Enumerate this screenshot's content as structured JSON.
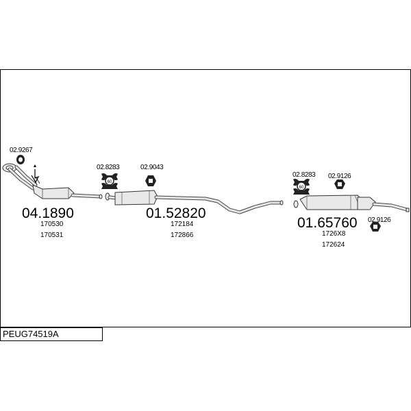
{
  "reference": "PEUG74519A",
  "parts": {
    "front_pipe": {
      "number": "04.1890",
      "refs": [
        "170530",
        "170531"
      ]
    },
    "middle_silencer": {
      "number": "01.52820",
      "refs": [
        "172184",
        "172866"
      ]
    },
    "rear_silencer": {
      "number": "01.65760",
      "refs": [
        "1726X8",
        "172624"
      ]
    }
  },
  "accessories": {
    "a1": "02.9267",
    "a2": "02.8283",
    "a3": "02.9043",
    "a4": "02.8283",
    "a5": "02.9126",
    "a6": "02.9126"
  },
  "clamp_marks": [
    "60",
    "60"
  ]
}
